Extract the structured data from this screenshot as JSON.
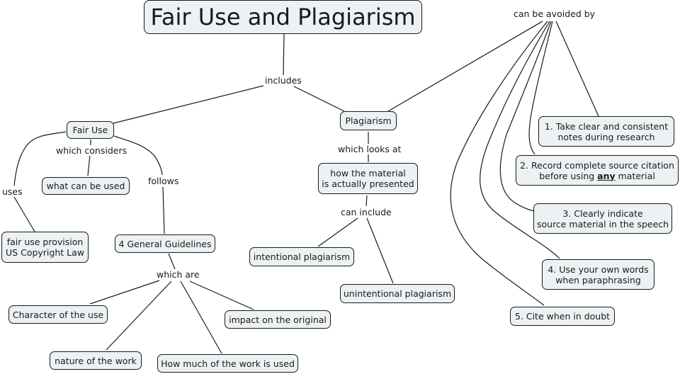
{
  "title": "Fair Use and Plagiarism",
  "linking_phrases": {
    "includes": "includes",
    "can_be_avoided_by": "can be avoided by",
    "which_considers": "which considers",
    "uses": "uses",
    "follows": "follows",
    "which_are": "which are",
    "which_looks_at": "which looks at",
    "can_include": "can include"
  },
  "concepts": {
    "fair_use": "Fair Use",
    "what_can_be_used": "what can be used",
    "fair_use_provision": [
      "fair use provision",
      "US Copyright Law"
    ],
    "four_guidelines": "4 General Guidelines",
    "character_of_use": "Character of the use",
    "nature_of_work": "nature of the work",
    "how_much_used": "How much of the work is used",
    "impact_on_original": "impact on the original",
    "plagiarism": "Plagiarism",
    "how_presented": [
      "how the material",
      "is actually presented"
    ],
    "intentional": "intentional plagiarism",
    "unintentional": "unintentional plagiarism"
  },
  "avoidance_steps": [
    {
      "lines": [
        "1.  Take clear and consistent",
        "notes during research"
      ]
    },
    {
      "line1": "2.  Record complete source citation",
      "line2_before": "before using ",
      "line2_emphasis": "any",
      "line2_after": " material"
    },
    {
      "lines": [
        "3. Clearly indicate",
        "source material in the speech"
      ]
    },
    {
      "lines": [
        "4.  Use your own words",
        "when paraphrasing"
      ]
    },
    {
      "lines": [
        "5. Cite when in doubt"
      ]
    }
  ],
  "colors": {
    "node_fill": "#ecf2f4",
    "stroke": "#1a1a1a",
    "background": "#ffffff"
  }
}
